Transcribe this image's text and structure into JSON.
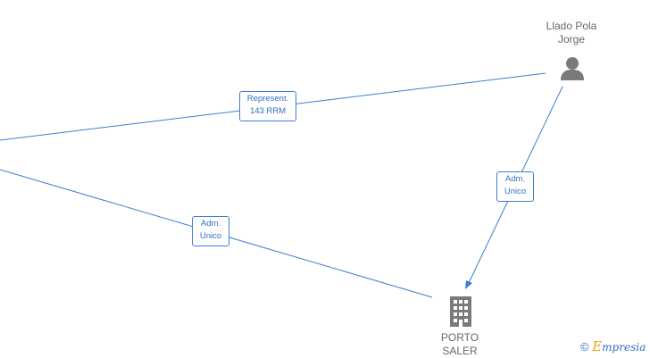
{
  "nodes": {
    "person": {
      "line1": "Llado Pola",
      "line2": "Jorge",
      "icon": "person-icon",
      "icon_color": "#7a7a7a"
    },
    "company": {
      "line1": "PORTO",
      "line2": "SALER",
      "icon": "building-icon",
      "icon_color": "#7a7a7a"
    }
  },
  "edges": [
    {
      "line1": "Represent.",
      "line2": "143 RRM"
    },
    {
      "line1": "Adm.",
      "line2": "Unico"
    },
    {
      "line1": "Adm.",
      "line2": "Unico"
    }
  ],
  "colors": {
    "edge": "#3b7fd1",
    "edge_text": "#2f6fc4",
    "node_text": "#666666"
  },
  "watermark": {
    "symbol": "©",
    "brand_initial": "E",
    "brand_rest": "mpresia"
  }
}
